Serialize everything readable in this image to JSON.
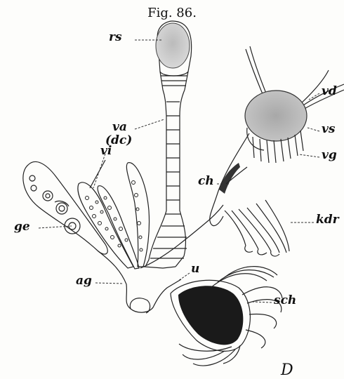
{
  "figure": {
    "title": "Fig. 86.",
    "panel_letter": "D",
    "labels": {
      "rs": "rs",
      "va": "va",
      "dc": "(dc)",
      "vi": "vi",
      "ge": "ge",
      "ag": "ag",
      "u": "u",
      "sch": "sch",
      "ch": "ch",
      "kdr": "kdr",
      "vd": "vd",
      "vs": "vs",
      "vg": "vg"
    }
  }
}
